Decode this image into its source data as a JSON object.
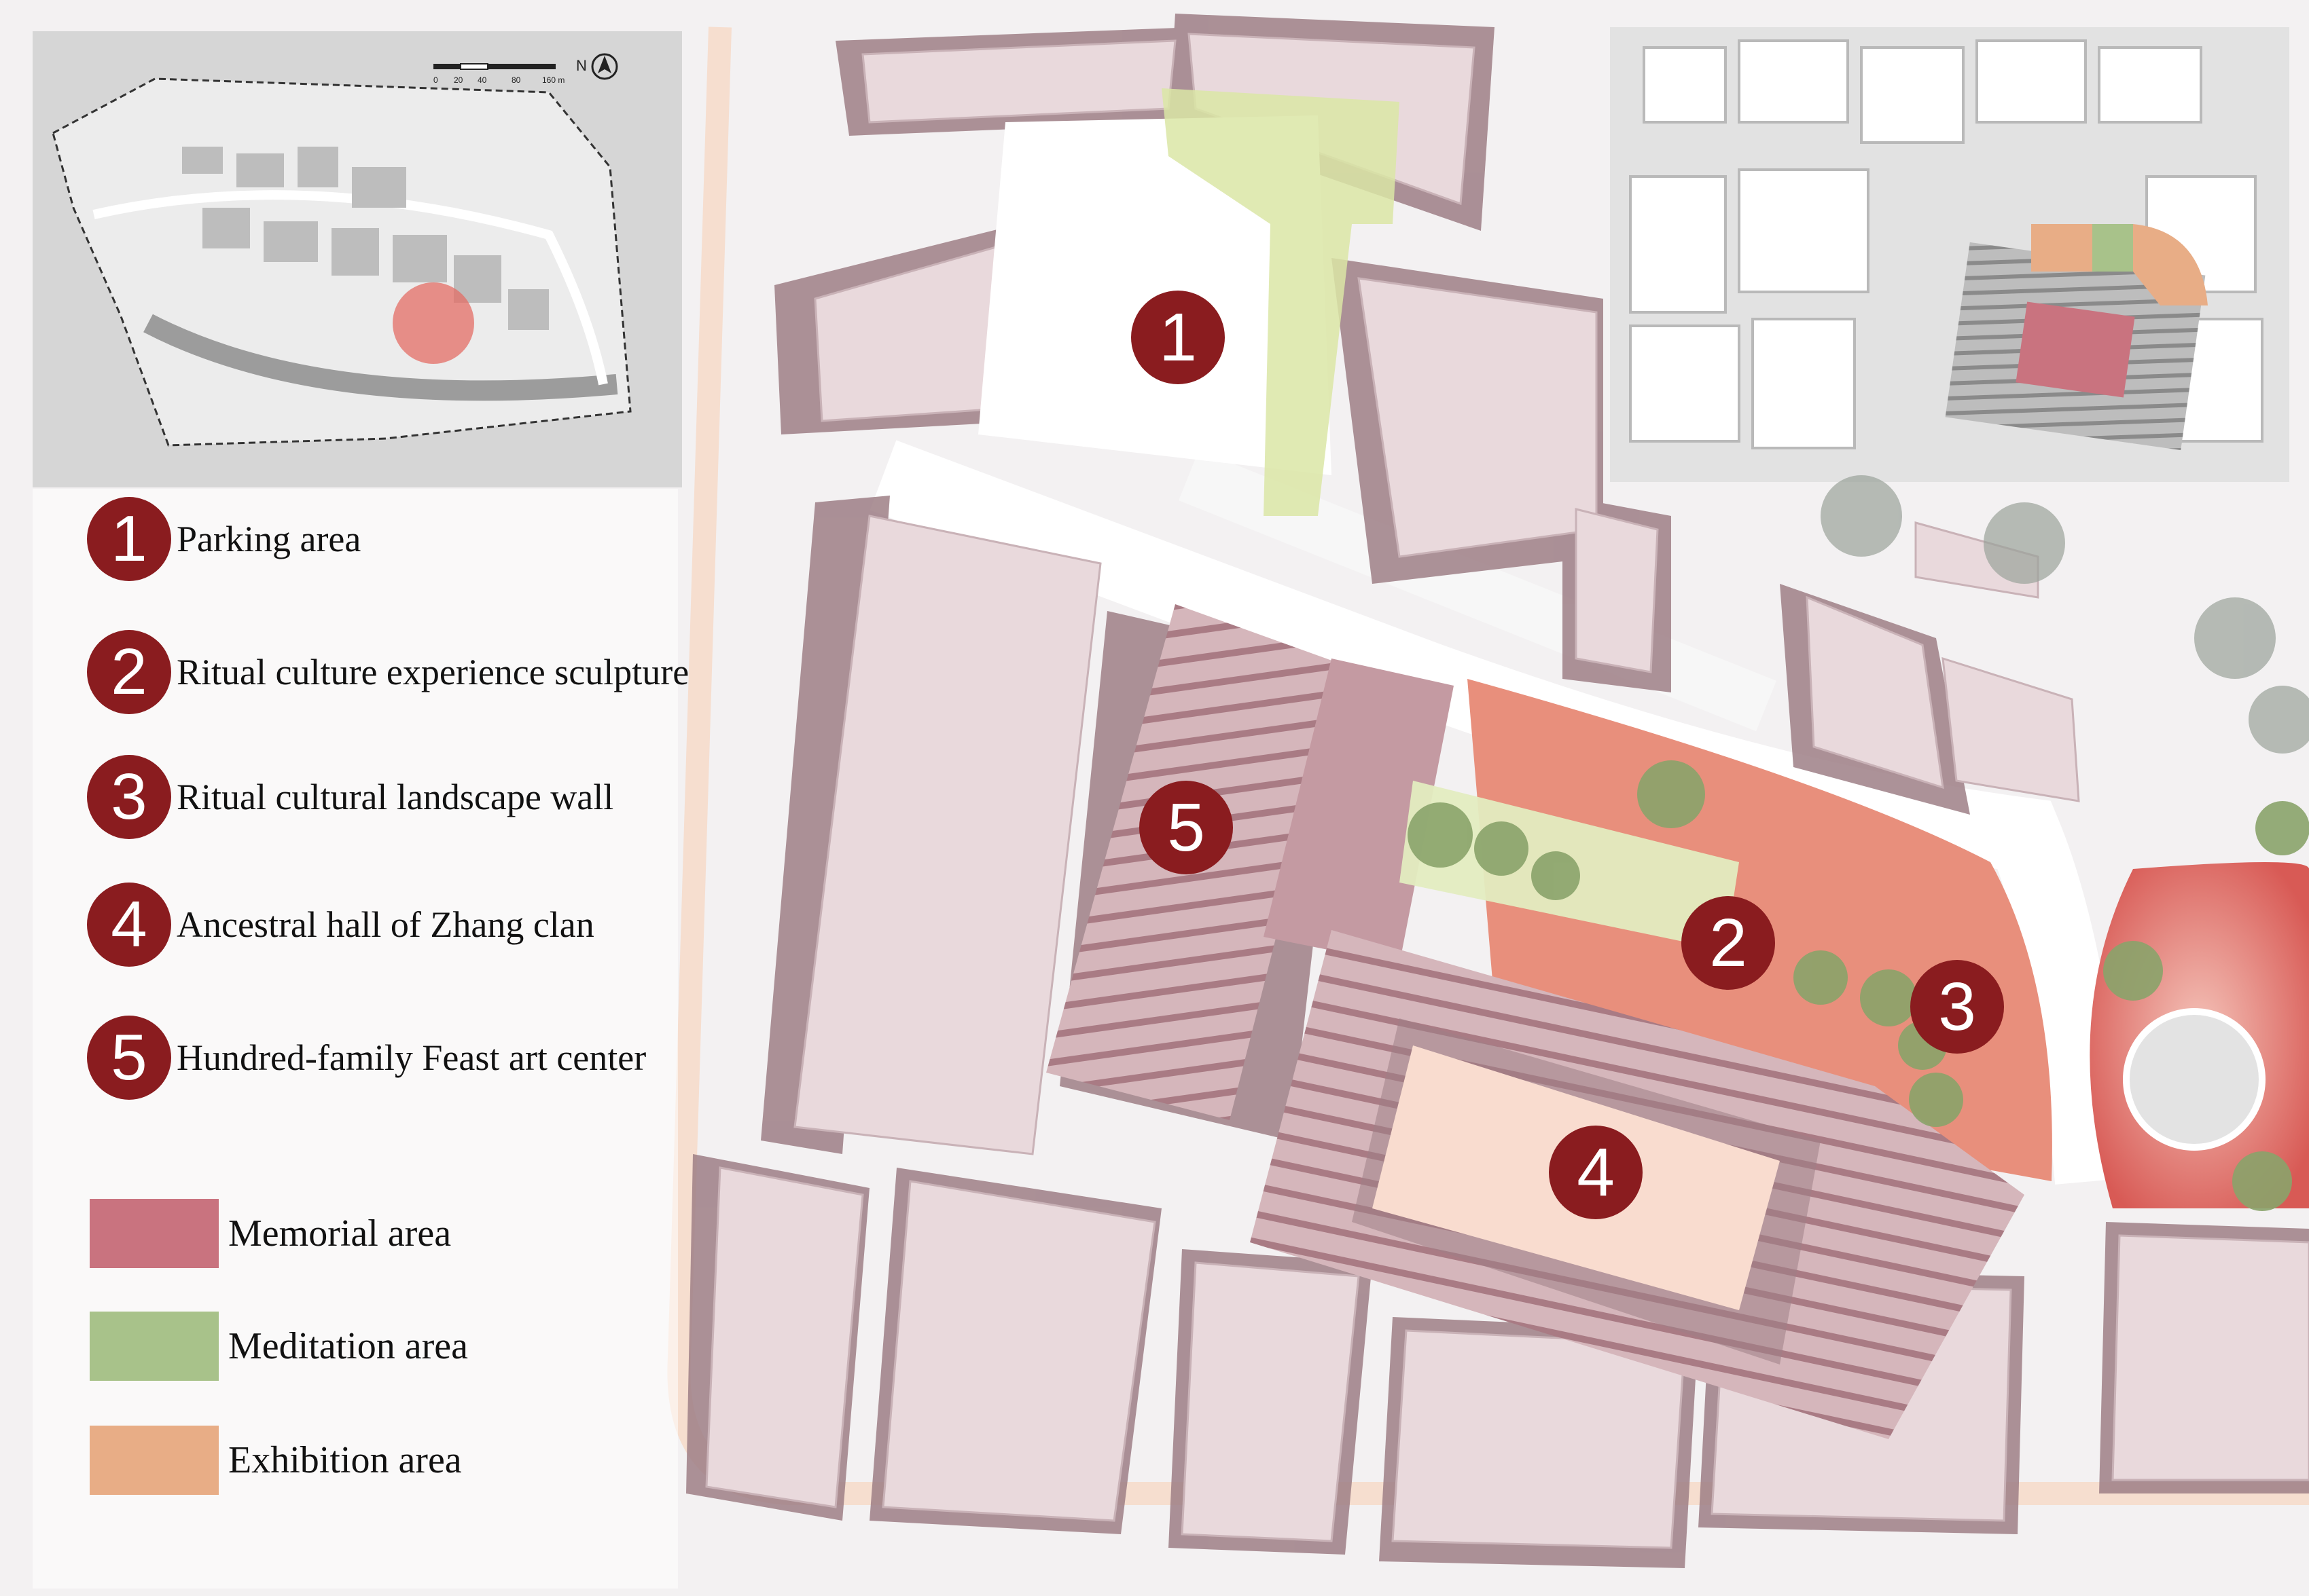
{
  "legend": {
    "items": [
      {
        "number": "1",
        "label": "Parking area"
      },
      {
        "number": "2",
        "label": "Ritual culture experience sculpture"
      },
      {
        "number": "3",
        "label": "Ritual cultural landscape wall"
      },
      {
        "number": "4",
        "label": "Ancestral hall of Zhang clan"
      },
      {
        "number": "5",
        "label": "Hundred-family Feast art  center"
      }
    ],
    "areas": [
      {
        "label": "Memorial area",
        "color": "#c9737f"
      },
      {
        "label": "Meditation area",
        "color": "#a8c28a"
      },
      {
        "label": "Exhibition area",
        "color": "#e8ad86"
      }
    ]
  },
  "map_markers": [
    "1",
    "2",
    "3",
    "4",
    "5"
  ],
  "inset_map": {
    "north_label": "N",
    "scale_labels": [
      "0",
      "20",
      "40",
      "80",
      "160 m"
    ]
  },
  "colors": {
    "marker": "#8a1c1f",
    "building": "#e9d9dc",
    "building_shadow": "#9e7f86",
    "paving": "#e88f7c",
    "courtyard": "#f9dccf",
    "roof_stripe": "#b48890"
  }
}
